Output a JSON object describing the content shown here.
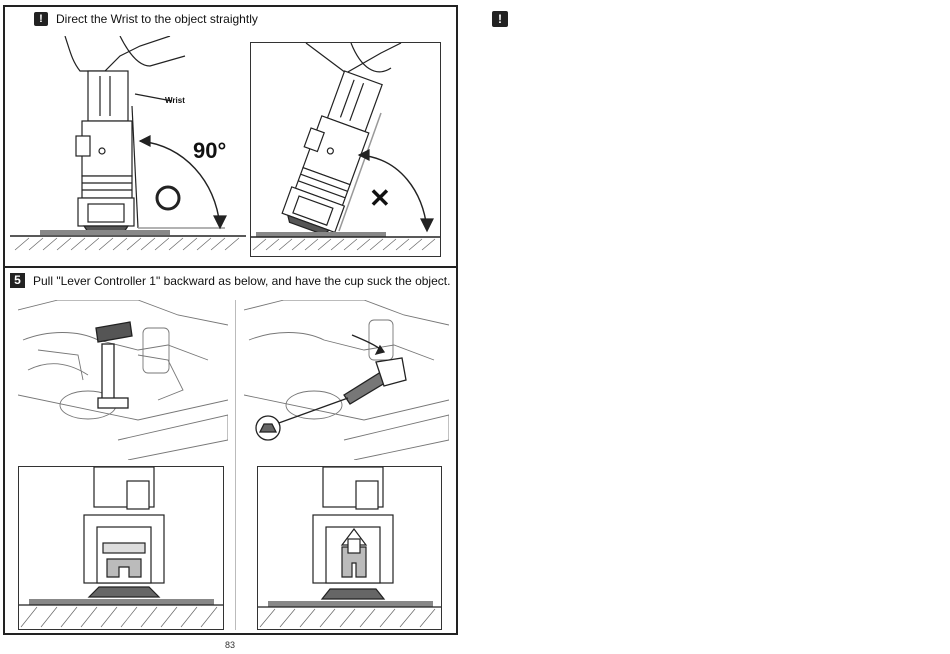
{
  "section_warning": {
    "icon": "!",
    "title": "Direct the Wrist to the object straightly"
  },
  "figure_labels": {
    "wrist": "Wrist",
    "angle": "90°",
    "correct_mark": "O",
    "wrong_mark": "✕"
  },
  "step5": {
    "number": "5",
    "text": "Pull \"Lever Controller 1\" backward as below, and have the cup suck the object."
  },
  "page_number": "83",
  "right_page": {
    "icon": "!"
  }
}
